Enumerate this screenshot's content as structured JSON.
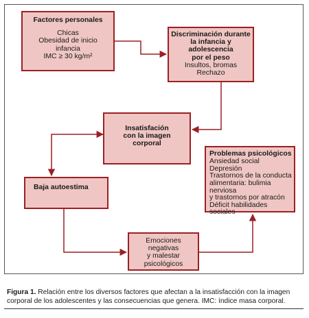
{
  "diagram": {
    "boxes": {
      "personal": {
        "title": "Factores personales",
        "lines": [
          "Chicas",
          "Obesidad de inicio",
          "infancia",
          "IMC ≥ 30 kg/m²"
        ]
      },
      "discrim": {
        "title_lines": [
          "Discriminación durante",
          "la infancia y",
          "adolescencia",
          "por el peso"
        ],
        "lines": [
          "Insultos, bromas",
          "Rechazo"
        ]
      },
      "insat": {
        "title_lines": [
          "Insatisfación",
          "con la imagen",
          "corporal"
        ]
      },
      "baja": {
        "title": "Baja autoestima"
      },
      "emoc": {
        "lines": [
          "Emociones",
          "negativas",
          "y malestar",
          "psicológicos"
        ]
      },
      "prob": {
        "title": "Problemas psicológicos",
        "lines": [
          "Ansiedad social",
          "Depresión",
          "Trastornos de la conducta",
          "alimentaria: bulimia nerviosa",
          "y trastornos por atracón",
          "Déficit habilidades sociales"
        ]
      }
    },
    "colors": {
      "box_fill": "#efc6c3",
      "box_border": "#9c1f24",
      "connector": "#9c1f24"
    }
  },
  "caption": {
    "label": "Figura 1.",
    "text": " Relación entre los diversos factores que afectan a la insatisfacción con la imagen corporal de los adolescentes y las consecuencias que genera. IMC: índice masa corporal."
  }
}
